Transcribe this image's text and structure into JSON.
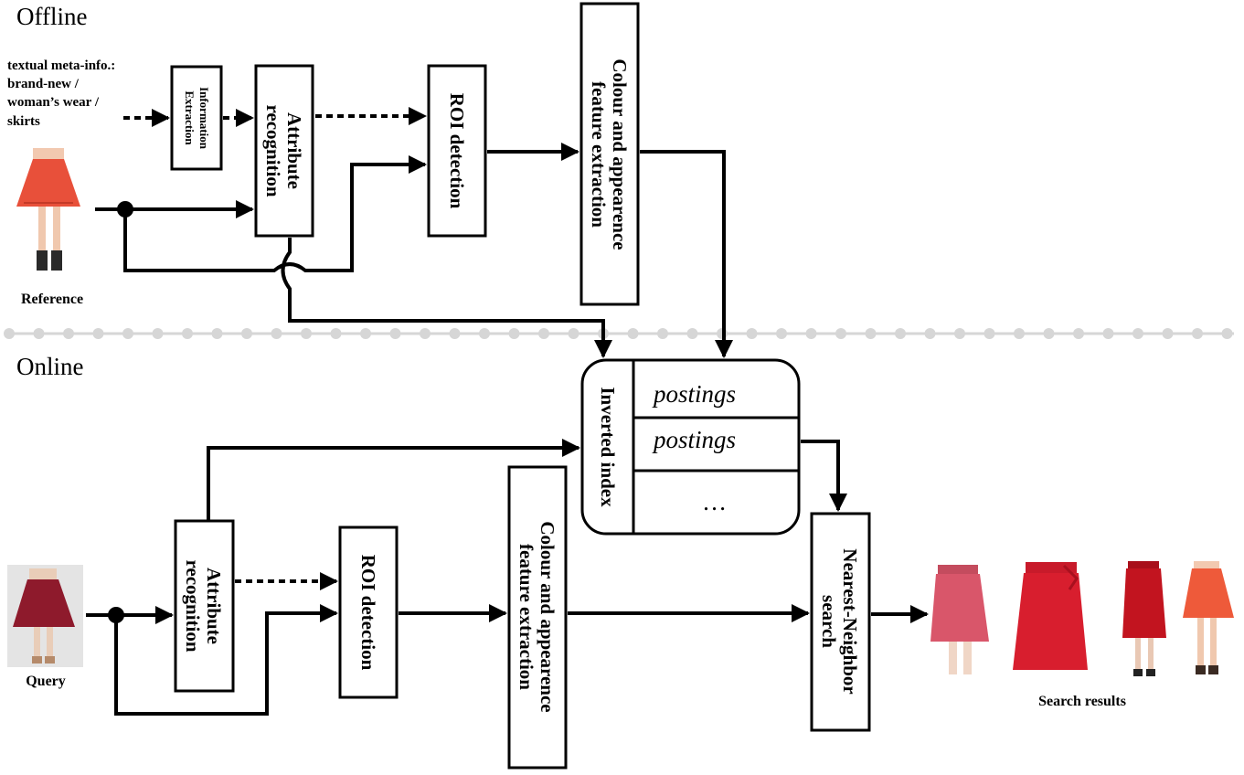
{
  "sections": {
    "offline": "Offline",
    "online": "Online"
  },
  "offline": {
    "meta_lines": [
      "textual meta-info.:",
      "brand-new /",
      "woman’s wear /",
      "skirts"
    ],
    "info_extraction": [
      "Information",
      "Extraction"
    ],
    "attribute_recognition": [
      "Attribute",
      "recognition"
    ],
    "roi_detection": "ROI detection",
    "feature_extraction": [
      "Colour and appearence",
      "feature extraction"
    ],
    "reference_caption": "Reference"
  },
  "index": {
    "label": "Inverted index",
    "rows": [
      "postings",
      "postings",
      "…"
    ]
  },
  "online": {
    "attribute_recognition": [
      "Attribute",
      "recognition"
    ],
    "roi_detection": "ROI detection",
    "feature_extraction": [
      "Colour and appearence",
      "feature extraction"
    ],
    "nn_search": [
      "Nearest-Neighbor",
      "search"
    ],
    "query_caption": "Query",
    "results_caption": "Search results"
  },
  "colors": {
    "reference_skirt": "#e8503a",
    "query_skirt": "#8e1a2c",
    "result_1": "#d9566a",
    "result_2": "#d81e2e",
    "result_3": "#c2141f",
    "result_4": "#ee5a3a",
    "divider": "#d6d6d6"
  },
  "icons": [
    "reference-skirt-image",
    "query-skirt-image",
    "result-skirt-image"
  ]
}
